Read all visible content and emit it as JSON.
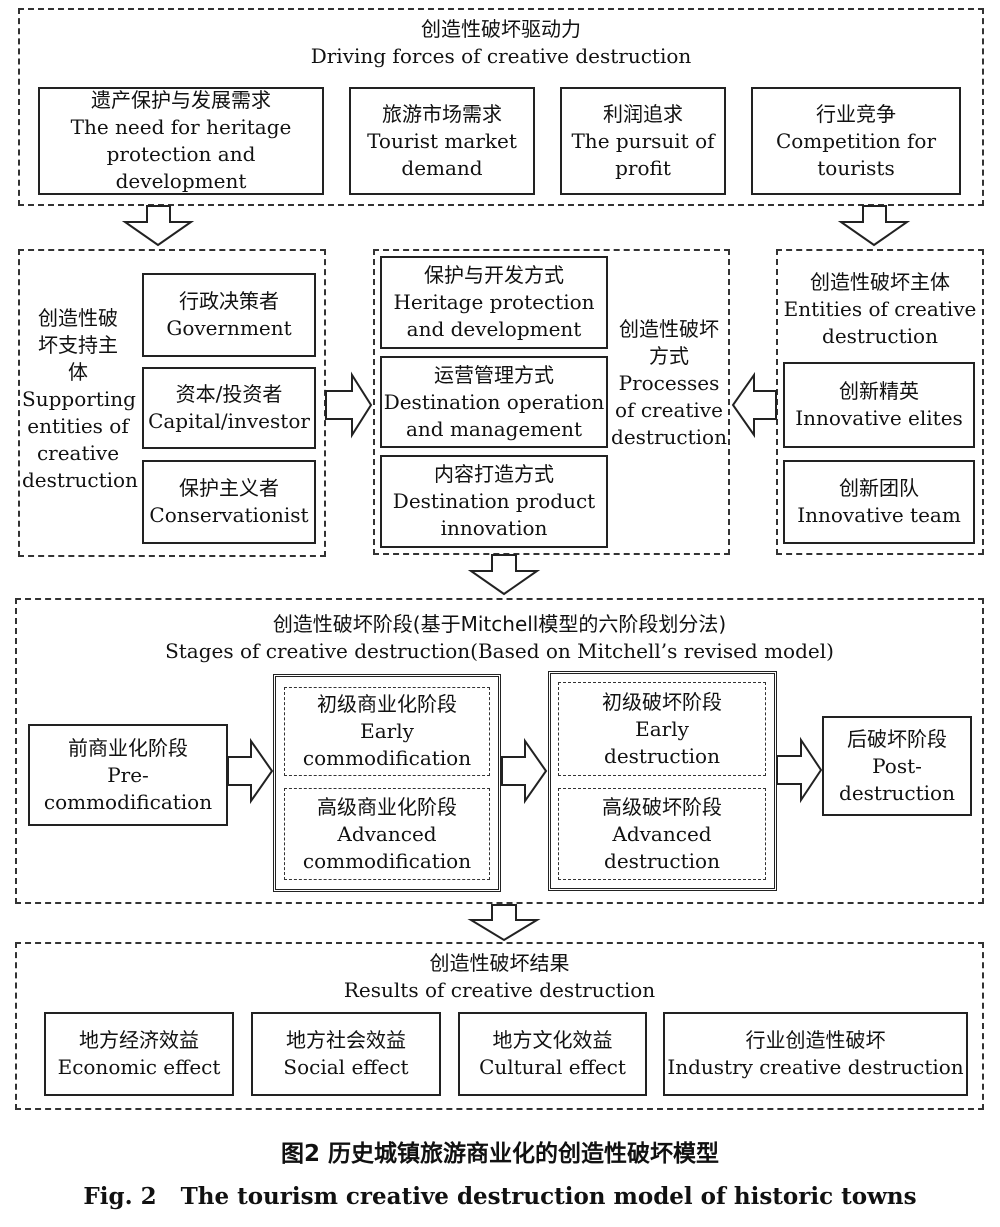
{
  "driving": {
    "title_zh": "创造性破坏驱动力",
    "title_en": "Driving forces of creative destruction",
    "items": [
      {
        "zh": "遗产保护与发展需求",
        "en1": "The need for heritage",
        "en2": "protection and development"
      },
      {
        "zh": "旅游市场需求",
        "en1": "Tourist market",
        "en2": "demand"
      },
      {
        "zh": "利润追求",
        "en1": "The pursuit of",
        "en2": "profit"
      },
      {
        "zh": "行业竞争",
        "en1": "Competition for",
        "en2": "tourists"
      }
    ]
  },
  "supporting": {
    "label_zh1": "创造性破",
    "label_zh2": "坏支持主",
    "label_zh3": "体",
    "label_en1": "Supporting",
    "label_en2": "entities of",
    "label_en3": "creative",
    "label_en4": "destruction",
    "items": [
      {
        "zh": "行政决策者",
        "en": "Government"
      },
      {
        "zh": "资本/投资者",
        "en": "Capital/investor"
      },
      {
        "zh": "保护主义者",
        "en": "Conservationist"
      }
    ]
  },
  "processes": {
    "label_zh1": "创造性破坏",
    "label_zh2": "方式",
    "label_en1": "Processes",
    "label_en2": "of creative",
    "label_en3": "destruction",
    "items": [
      {
        "zh": "保护与开发方式",
        "en1": "Heritage protection",
        "en2": "and development"
      },
      {
        "zh": "运营管理方式",
        "en1": "Destination operation",
        "en2": "and management"
      },
      {
        "zh": "内容打造方式",
        "en1": "Destination product",
        "en2": "innovation"
      }
    ]
  },
  "entities": {
    "title_zh": "创造性破坏主体",
    "title_en1": "Entities of creative",
    "title_en2": "destruction",
    "items": [
      {
        "zh": "创新精英",
        "en": "Innovative elites"
      },
      {
        "zh": "创新团队",
        "en": "Innovative team"
      }
    ]
  },
  "stages": {
    "title_zh": "创造性破坏阶段(基于Mitchell模型的六阶段划分法)",
    "title_en": "Stages of creative destruction(Based on Mitchell’s revised model)",
    "pre": {
      "zh": "前商业化阶段",
      "en1": "Pre-",
      "en2": "commodification"
    },
    "early_comm": {
      "zh": "初级商业化阶段",
      "en1": "Early",
      "en2": "commodification"
    },
    "adv_comm": {
      "zh": "高级商业化阶段",
      "en1": "Advanced",
      "en2": "commodification"
    },
    "early_dest": {
      "zh": "初级破坏阶段",
      "en1": "Early",
      "en2": "destruction"
    },
    "adv_dest": {
      "zh": "高级破坏阶段",
      "en1": "Advanced",
      "en2": "destruction"
    },
    "post": {
      "zh": "后破坏阶段",
      "en1": "Post-",
      "en2": "destruction"
    }
  },
  "results": {
    "title_zh": "创造性破坏结果",
    "title_en": "Results of creative destruction",
    "items": [
      {
        "zh": "地方经济效益",
        "en": "Economic effect"
      },
      {
        "zh": "地方社会效益",
        "en": "Social effect"
      },
      {
        "zh": "地方文化效益",
        "en": "Cultural effect"
      },
      {
        "zh": "行业创造性破坏",
        "en": "Industry creative destruction"
      }
    ]
  },
  "caption": {
    "zh": "图2  历史城镇旅游商业化的创造性破坏模型",
    "en": "Fig. 2   The tourism creative destruction model of historic towns"
  }
}
